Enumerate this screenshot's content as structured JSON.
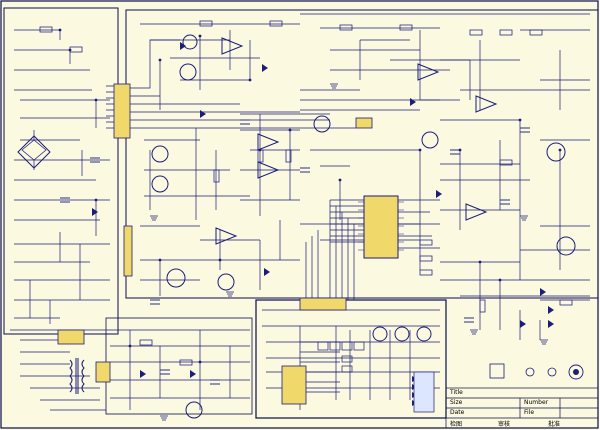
{
  "title_block": {
    "title_label": "Title",
    "size_label": "Size",
    "number_label": "Number",
    "date_label": "Date",
    "file_label": "File",
    "drawn_by_label": "检图",
    "checked_by_label": "审核",
    "approved_by_label": "批准"
  },
  "colors": {
    "wire": "#1c1c7a",
    "frame": "#0b0b50",
    "component": "#2a2a86",
    "chip_fill": "#f1d86b",
    "ground": "#1c1c7a"
  }
}
